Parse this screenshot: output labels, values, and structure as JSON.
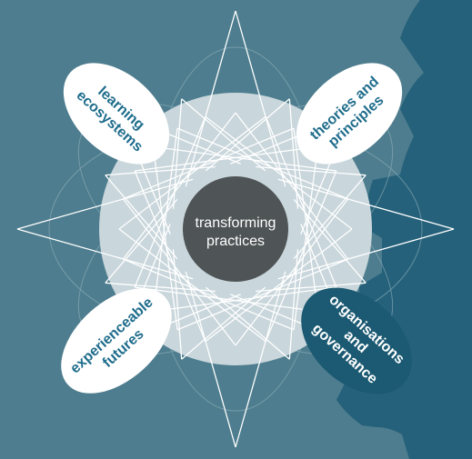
{
  "colors": {
    "background": "#4d7d8e",
    "gear": "#25617a",
    "halo": "#c9d6db",
    "star_lines": "#ffffff",
    "center_circle": "#4f5456",
    "center_text": "#ffffff",
    "petal_light_fill": "#ffffff",
    "petal_light_text": "#1f6d8c",
    "petal_dark_fill": "#1b5a72",
    "petal_dark_text": "#ffffff"
  },
  "center": {
    "line1": "transforming",
    "line2": "practices"
  },
  "petals": {
    "learning_ecosystems": {
      "line1": "learning",
      "line2": "ecosystems"
    },
    "theories_and_principles": {
      "line1": "theories and",
      "line2": "principles"
    },
    "experienceable_futures": {
      "line1": "experienceable",
      "line2": "futures"
    },
    "organisations_and_governance": {
      "line1": "organisations",
      "line2": "and",
      "line3": "governance"
    }
  }
}
